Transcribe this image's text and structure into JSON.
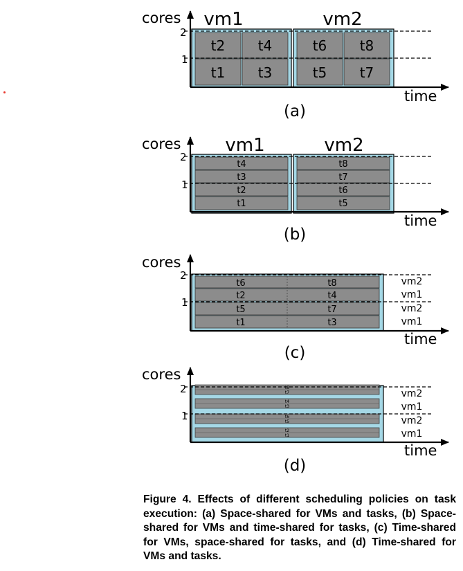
{
  "labels": {
    "cores": "cores",
    "time": "time",
    "level_1": "1",
    "level_2": "2"
  },
  "panels": {
    "a": {
      "tag": "(a)",
      "vm_headers": [
        "vm1",
        "vm2"
      ],
      "vm1_tasks": {
        "top": [
          "t2",
          "t4"
        ],
        "bottom": [
          "t1",
          "t3"
        ]
      },
      "vm2_tasks": {
        "top": [
          "t6",
          "t8"
        ],
        "bottom": [
          "t5",
          "t7"
        ]
      }
    },
    "b": {
      "tag": "(b)",
      "vm_headers": [
        "vm1",
        "vm2"
      ],
      "vm1_rows": [
        "t4",
        "t3",
        "t2",
        "t1"
      ],
      "vm2_rows": [
        "t8",
        "t7",
        "t6",
        "t5"
      ]
    },
    "c": {
      "tag": "(c)",
      "rows": [
        {
          "left": "t6",
          "right": "t8",
          "vm": "vm2"
        },
        {
          "left": "t2",
          "right": "t4",
          "vm": "vm1"
        },
        {
          "left": "t5",
          "right": "t7",
          "vm": "vm2"
        },
        {
          "left": "t1",
          "right": "t3",
          "vm": "vm1"
        }
      ]
    },
    "d": {
      "tag": "(d)",
      "groups": [
        {
          "tasks": [
            "t8",
            "t7"
          ],
          "vm": "vm2"
        },
        {
          "tasks": [
            "t4",
            "t3"
          ],
          "vm": "vm1"
        },
        {
          "tasks": [
            "t6",
            "t5"
          ],
          "vm": "vm2"
        },
        {
          "tasks": [
            "t2",
            "t1"
          ],
          "vm": "vm1"
        }
      ]
    }
  },
  "caption": "Figure 4. Effects of different scheduling policies on task execution: (a) Space-shared for VMs and tasks, (b) Space-shared for VMs and time-shared for tasks, (c) Time-shared for VMs, space-shared for tasks, and (d) Time-shared for VMs and tasks.",
  "colors": {
    "vm_fill": "#a5d8e6",
    "task_fill": "#8c8c8c",
    "line": "#000000"
  }
}
